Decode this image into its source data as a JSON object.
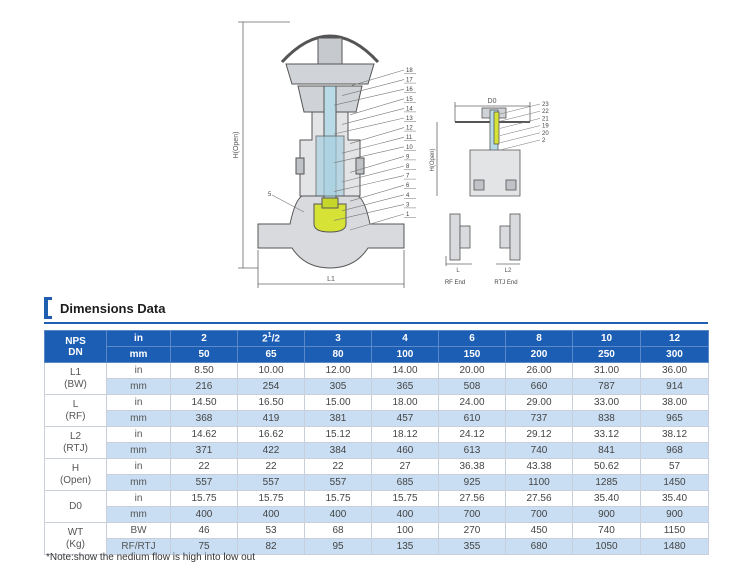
{
  "drawing": {
    "callouts": [
      "18",
      "17",
      "16",
      "15",
      "14",
      "13",
      "12",
      "11",
      "10",
      "9",
      "8",
      "7",
      "6",
      "4",
      "3",
      "1"
    ],
    "callout_left": "5",
    "callouts_small": [
      "23",
      "22",
      "21",
      "19",
      "20",
      "2"
    ],
    "dim_h": "H(Open)",
    "dim_l1": "L1",
    "dim_d0": "D0",
    "dim_l": "L",
    "dim_l2": "L2",
    "rf_end": "RF End",
    "rtj_end": "RTJ End"
  },
  "section": {
    "title": "Dimensions Data"
  },
  "table": {
    "nps": "NPS",
    "dn": "DN",
    "unit_in": "in",
    "unit_mm": "mm",
    "sizes_in": [
      "2",
      "2",
      "3",
      "4",
      "6",
      "8",
      "10",
      "12"
    ],
    "frac_sup": "1",
    "frac_den": "/2",
    "sizes_mm": [
      "50",
      "65",
      "80",
      "100",
      "150",
      "200",
      "250",
      "300"
    ],
    "groups": [
      {
        "label1": "L1",
        "label2": "(BW)",
        "rows": [
          {
            "unit": "in",
            "values": [
              "8.50",
              "10.00",
              "12.00",
              "14.00",
              "20.00",
              "26.00",
              "31.00",
              "36.00"
            ]
          },
          {
            "unit": "mm",
            "values": [
              "216",
              "254",
              "305",
              "365",
              "508",
              "660",
              "787",
              "914"
            ]
          }
        ]
      },
      {
        "label1": "L",
        "label2": "(RF)",
        "rows": [
          {
            "unit": "in",
            "values": [
              "14.50",
              "16.50",
              "15.00",
              "18.00",
              "24.00",
              "29.00",
              "33.00",
              "38.00"
            ]
          },
          {
            "unit": "mm",
            "values": [
              "368",
              "419",
              "381",
              "457",
              "610",
              "737",
              "838",
              "965"
            ]
          }
        ]
      },
      {
        "label1": "L2",
        "label2": "(RTJ)",
        "rows": [
          {
            "unit": "in",
            "values": [
              "14.62",
              "16.62",
              "15.12",
              "18.12",
              "24.12",
              "29.12",
              "33.12",
              "38.12"
            ]
          },
          {
            "unit": "mm",
            "values": [
              "371",
              "422",
              "384",
              "460",
              "613",
              "740",
              "841",
              "968"
            ]
          }
        ]
      },
      {
        "label1": "H",
        "label2": "(Open)",
        "rows": [
          {
            "unit": "in",
            "values": [
              "22",
              "22",
              "22",
              "27",
              "36.38",
              "43.38",
              "50.62",
              "57"
            ]
          },
          {
            "unit": "mm",
            "values": [
              "557",
              "557",
              "557",
              "685",
              "925",
              "1100",
              "1285",
              "1450"
            ]
          }
        ]
      },
      {
        "label1": "D0",
        "label2": "",
        "rows": [
          {
            "unit": "in",
            "values": [
              "15.75",
              "15.75",
              "15.75",
              "15.75",
              "27.56",
              "27.56",
              "35.40",
              "35.40"
            ]
          },
          {
            "unit": "mm",
            "values": [
              "400",
              "400",
              "400",
              "400",
              "700",
              "700",
              "900",
              "900"
            ]
          }
        ]
      },
      {
        "label1": "WT",
        "label2": "(Kg)",
        "rows": [
          {
            "unit": "BW",
            "values": [
              "46",
              "53",
              "68",
              "100",
              "270",
              "450",
              "740",
              "1150"
            ]
          },
          {
            "unit": "RF/RTJ",
            "values": [
              "75",
              "82",
              "95",
              "135",
              "355",
              "680",
              "1050",
              "1480"
            ]
          }
        ]
      }
    ]
  },
  "note": "*Note:show the nedium flow is high into low out"
}
